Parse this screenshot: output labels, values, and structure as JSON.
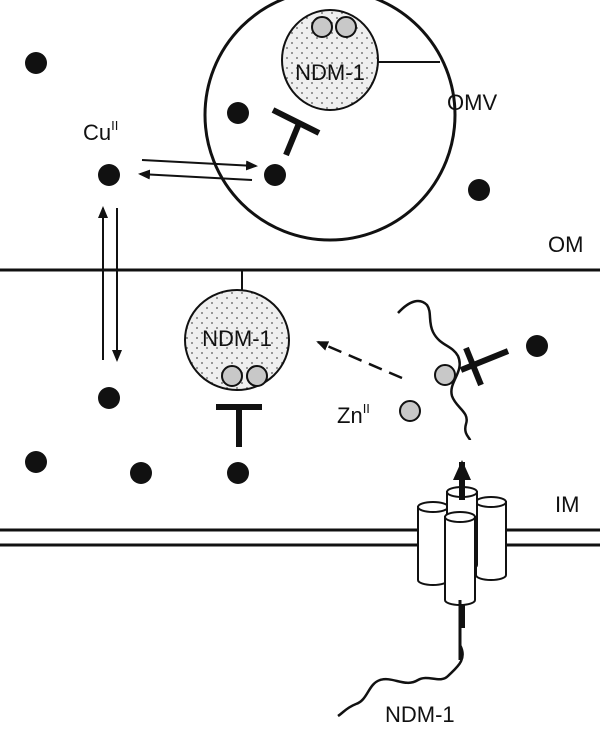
{
  "labels": {
    "ndm1": "NDM-1",
    "omv": "OMV",
    "om": "OM",
    "im": "IM",
    "cu_base": "Cu",
    "cu_sup": "II",
    "zn_base": "Zn",
    "zn_sup": "II"
  },
  "colors": {
    "ink": "#111111",
    "metal_gray": "#c8c8c8",
    "stipple_bg": "#efefef",
    "background": "#ffffff"
  }
}
